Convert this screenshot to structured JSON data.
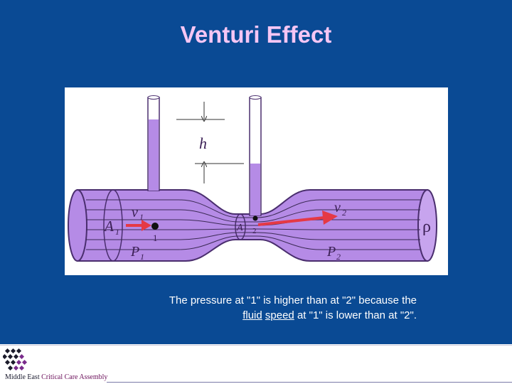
{
  "slide": {
    "title": "Venturi Effect",
    "background": "#0a4a94",
    "title_color": "#f6c6f4"
  },
  "diagram": {
    "labels": {
      "h": "h",
      "A1": "A",
      "A1_sub": "1",
      "v1": "v",
      "v1_sub": "1",
      "P1": "P",
      "P1_sub": "1",
      "point1": "1",
      "point2": "2",
      "A2_label": "A",
      "v2": "v",
      "v2_sub": "2",
      "P2": "P",
      "P2_sub": "2",
      "rho": "ρ"
    },
    "fluid_color": "#b58be6",
    "arrow_color": "#e53945"
  },
  "caption": {
    "line1": "The pressure at \"1\" is higher than at \"2\" because the",
    "link_fluid": "fluid",
    "link_speed": "speed",
    "line2_rest": " at \"1\" is lower than at \"2\"."
  },
  "footer": {
    "org_part1": "Middle East",
    "org_part2": " Critical Care Assembly"
  }
}
